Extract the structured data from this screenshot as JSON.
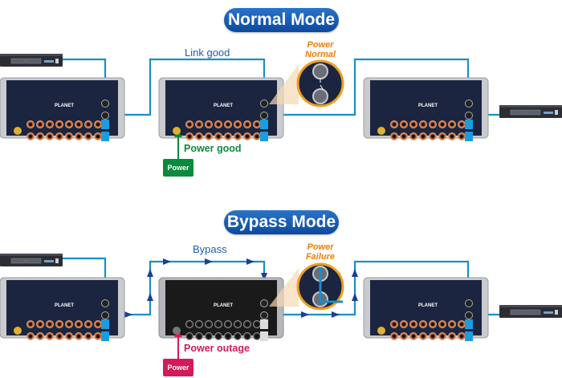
{
  "normal_mode": {
    "title": "Normal Mode",
    "link_label": "Link good",
    "callout_label_line1": "Power",
    "callout_label_line2": "Normal",
    "power_status": "Power good",
    "power_button": "Power"
  },
  "bypass_mode": {
    "title": "Bypass Mode",
    "link_label": "Bypass",
    "callout_label_line1": "Power",
    "callout_label_line2": "Failure",
    "power_status": "Power outage",
    "power_button": "Power"
  },
  "device": {
    "brand": "PLANET"
  },
  "colors": {
    "cable": "#1a8fc4",
    "arrow": "#1c3f94",
    "mode_pill": "#0b4a9e",
    "power_good": "#0a8a3e",
    "power_outage": "#d41a5a",
    "callout": "#f07d00",
    "device_panel": "#1b2540",
    "device_panel_off": "#1a1a1a"
  }
}
